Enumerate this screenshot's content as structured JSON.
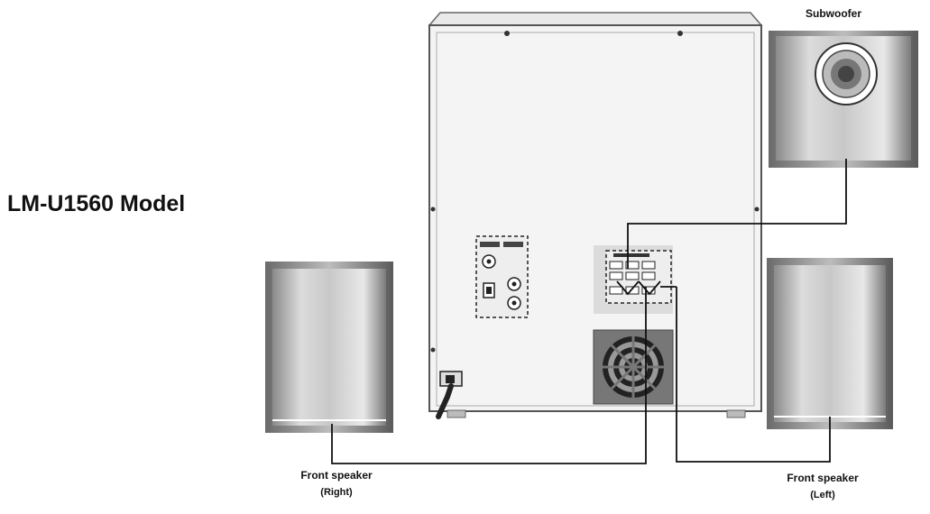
{
  "model_title": "LM-U1560 Model",
  "labels": {
    "subwoofer": "Subwoofer",
    "front_speaker_right": "Front speaker",
    "front_speaker_right_side": "(Right)",
    "front_speaker_left": "Front speaker",
    "front_speaker_left_side": "(Left)"
  },
  "colors": {
    "line": "#111111",
    "panel": "#f3f3f3",
    "outline": "#555555"
  }
}
